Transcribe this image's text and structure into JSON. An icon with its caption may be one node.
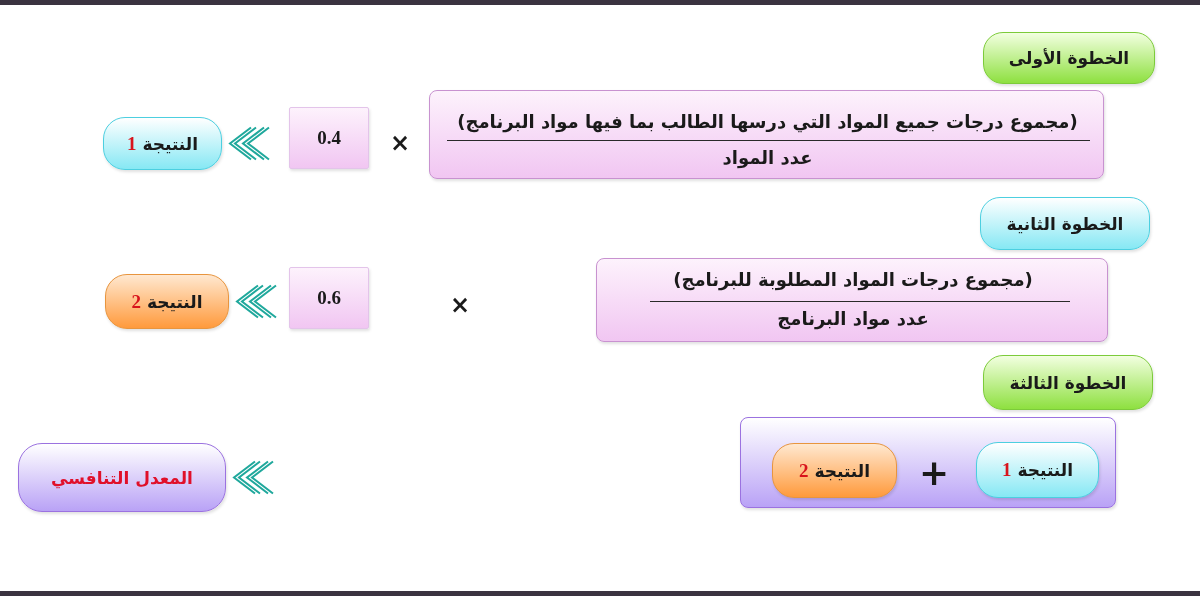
{
  "diagram": {
    "nodes": [
      {
        "text": [
          "الخطوة الأولى"
        ]
      },
      {
        "text": [
          "(مجموع درجات جميع المواد التي درسها الطالب بما فيها مواد البرنامج)",
          "عدد المواد"
        ]
      },
      {
        "text": [
          "0.4"
        ]
      },
      {
        "text": [
          "النتيجة 1"
        ]
      },
      {
        "text": [
          "الخطوة الثانية"
        ]
      },
      {
        "text": [
          "(مجموع درجات المواد المطلوبة للبرنامج)",
          "عدد مواد البرنامج"
        ]
      },
      {
        "text": [
          "0.6"
        ]
      },
      {
        "text": [
          "النتيجة 2"
        ]
      },
      {
        "text": [
          "الخطوة الثالثة"
        ]
      },
      {
        "text": [
          "+"
        ]
      },
      {
        "text": [
          "النتيجة 1"
        ],
        "in": 9
      },
      {
        "text": [
          "النتيجة 2"
        ],
        "in": 9
      },
      {
        "text": [
          "المعدل التنافسي"
        ]
      }
    ],
    "edges": [
      {
        "from": 2,
        "to": 3,
        "arrow": "to"
      },
      {
        "from": 6,
        "to": 7,
        "arrow": "to"
      },
      {
        "from": null,
        "to": 12,
        "arrow": "to"
      }
    ],
    "labels": [
      "×",
      "×"
    ]
  }
}
